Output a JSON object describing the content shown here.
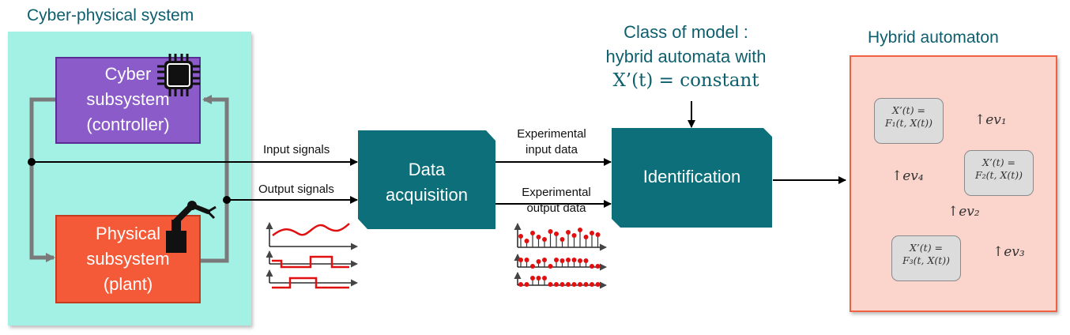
{
  "cps": {
    "title": "Cyber-physical system",
    "cyber": {
      "line1": "Cyber",
      "line2": "subsystem",
      "line3": "(controller)"
    },
    "physical": {
      "line1": "Physical",
      "line2": "subsystem",
      "line3": "(plant)"
    }
  },
  "signals": {
    "input": "Input signals",
    "output": "Output signals"
  },
  "acquisition": {
    "line1": "Data",
    "line2": "acquisition"
  },
  "experimental": {
    "input_line1": "Experimental",
    "input_line2": "input data",
    "output_line1": "Experimental",
    "output_line2": "output data"
  },
  "model_class": {
    "line1": "Class of model :",
    "line2": "hybrid automata with",
    "formula": "X’(t) = constant"
  },
  "identification": {
    "label": "Identification"
  },
  "automaton": {
    "title": "Hybrid automaton",
    "states": [
      {
        "line1": "X’(t) =",
        "line2": "F₁(t, X(t))"
      },
      {
        "line1": "X’(t) =",
        "line2": "F₂(t, X(t))"
      },
      {
        "line1": "X’(t) =",
        "line2": "F₃(t, X(t))"
      }
    ],
    "events": [
      "↑ev₁",
      "↑ev₂",
      "↑ev₃",
      "↑ev₄"
    ]
  },
  "colors": {
    "teal": "#0d6f79",
    "title": "#0d5f6e",
    "cps_bg": "#a2f1e4",
    "cyber": "#8a5bc9",
    "plant": "#f55a38",
    "automaton_bg": "#fbd5cc",
    "signal_red": "#e01010"
  },
  "icons": [
    "chip-icon",
    "robot-arm-icon"
  ]
}
